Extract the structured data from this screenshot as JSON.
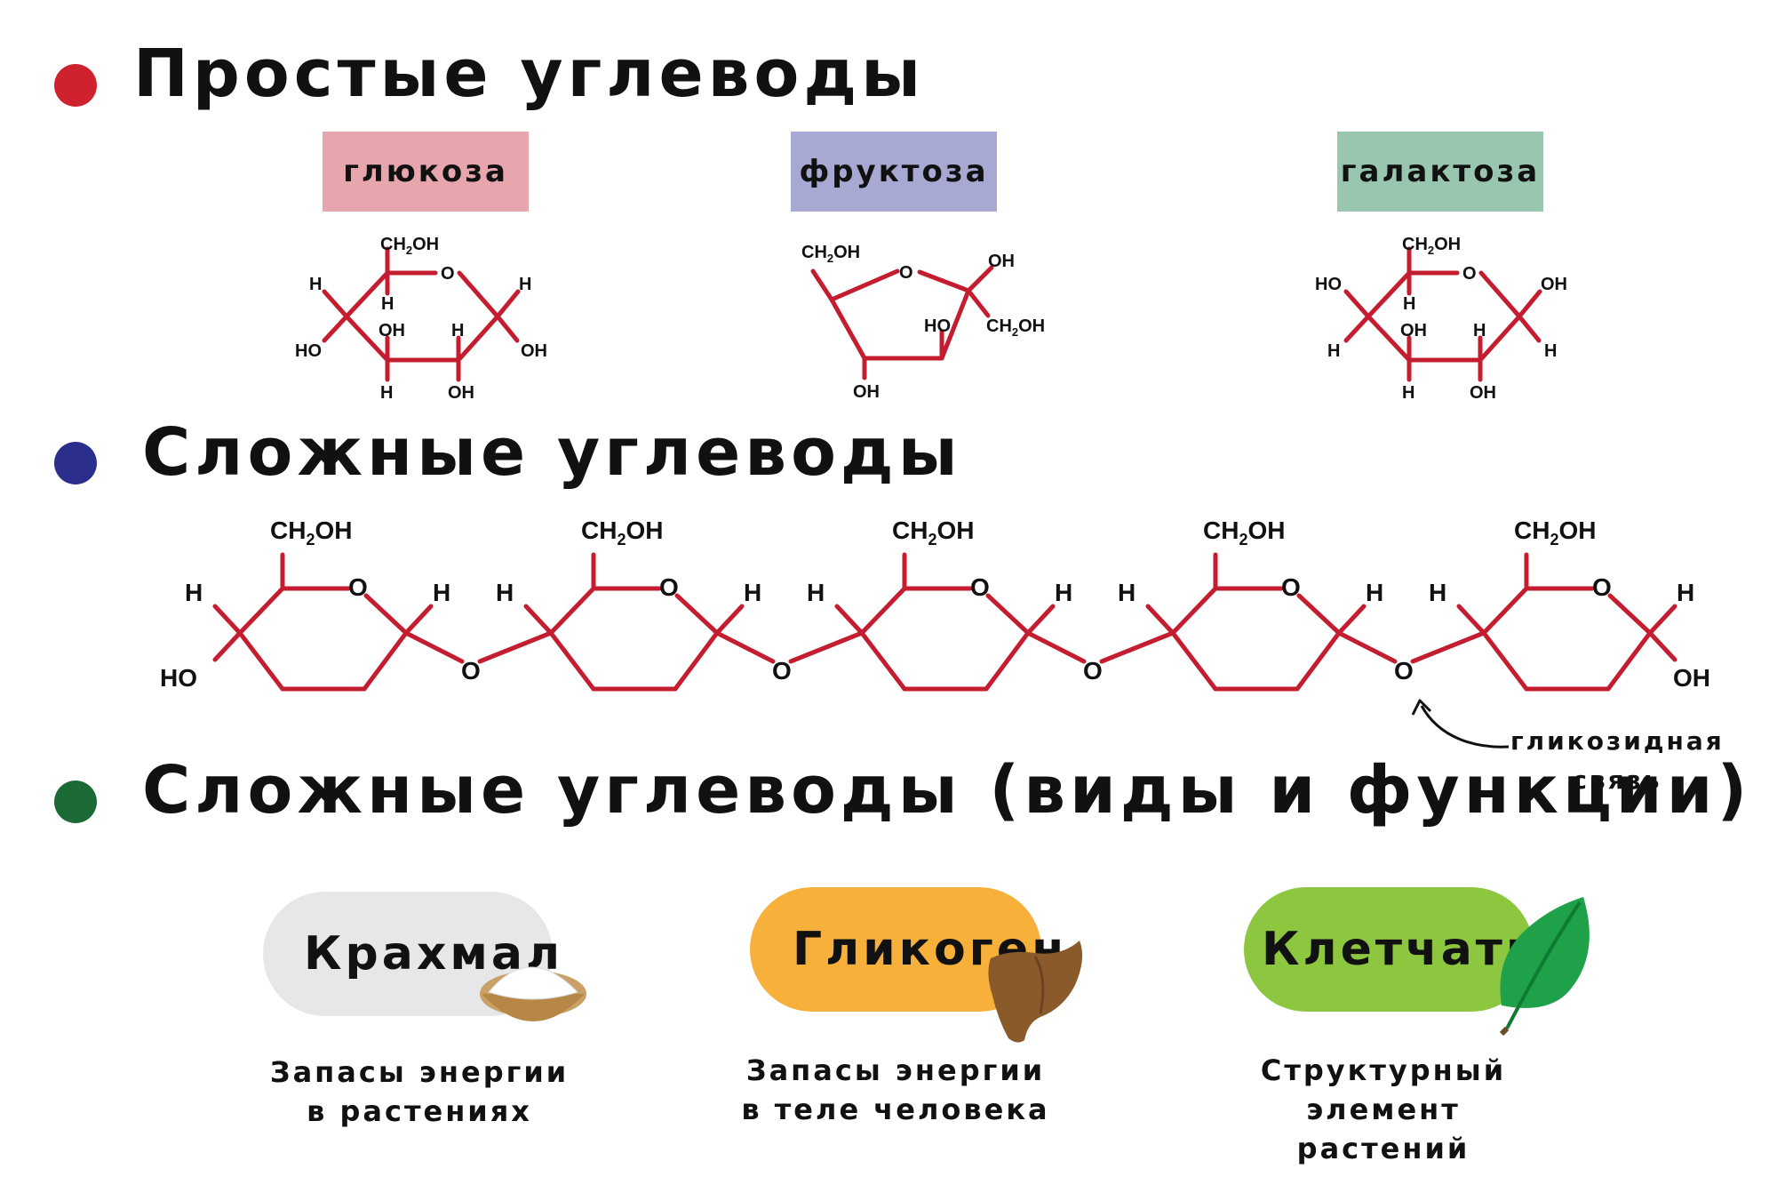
{
  "colors": {
    "simple_dot": "#d0222e",
    "complex_dot": "#2b2e8a",
    "types_dot": "#1b6a35",
    "bond": "#c41d30",
    "glucose_box": "#e7a6ad",
    "fructose_box": "#a7a9d3",
    "galactose_box": "#99c6ae",
    "starch_pill": "#e6e7e8",
    "glycogen_pill": "#f7b13a",
    "fiber_pill": "#8dc63f"
  },
  "section_simple": {
    "heading": "Простые углеводы",
    "glucose_label": "глюкоза",
    "fructose_label": "фруктоза",
    "galactose_label": "галактоза"
  },
  "section_complex": {
    "heading": "Сложные углеводы",
    "bond_label_line1": "гликозидная",
    "bond_label_line2": "связь"
  },
  "section_types": {
    "heading": "Сложные углеводы (виды и функции)",
    "items": [
      {
        "name": "Крахмал",
        "desc_line1": "Запасы энергии",
        "desc_line2": "в растениях"
      },
      {
        "name": "Гликоген",
        "desc_line1": "Запасы энергии",
        "desc_line2": "в теле человека"
      },
      {
        "name": "Клетчатка",
        "desc_line1": "Структурный",
        "desc_line2": "элемент растений"
      }
    ]
  },
  "chem": {
    "ch2oh_base": "CH",
    "ch2oh_sub": "2",
    "ch2oh_tail": "OH",
    "o": "O",
    "h": "H",
    "oh": "OH",
    "ho": "HO"
  }
}
